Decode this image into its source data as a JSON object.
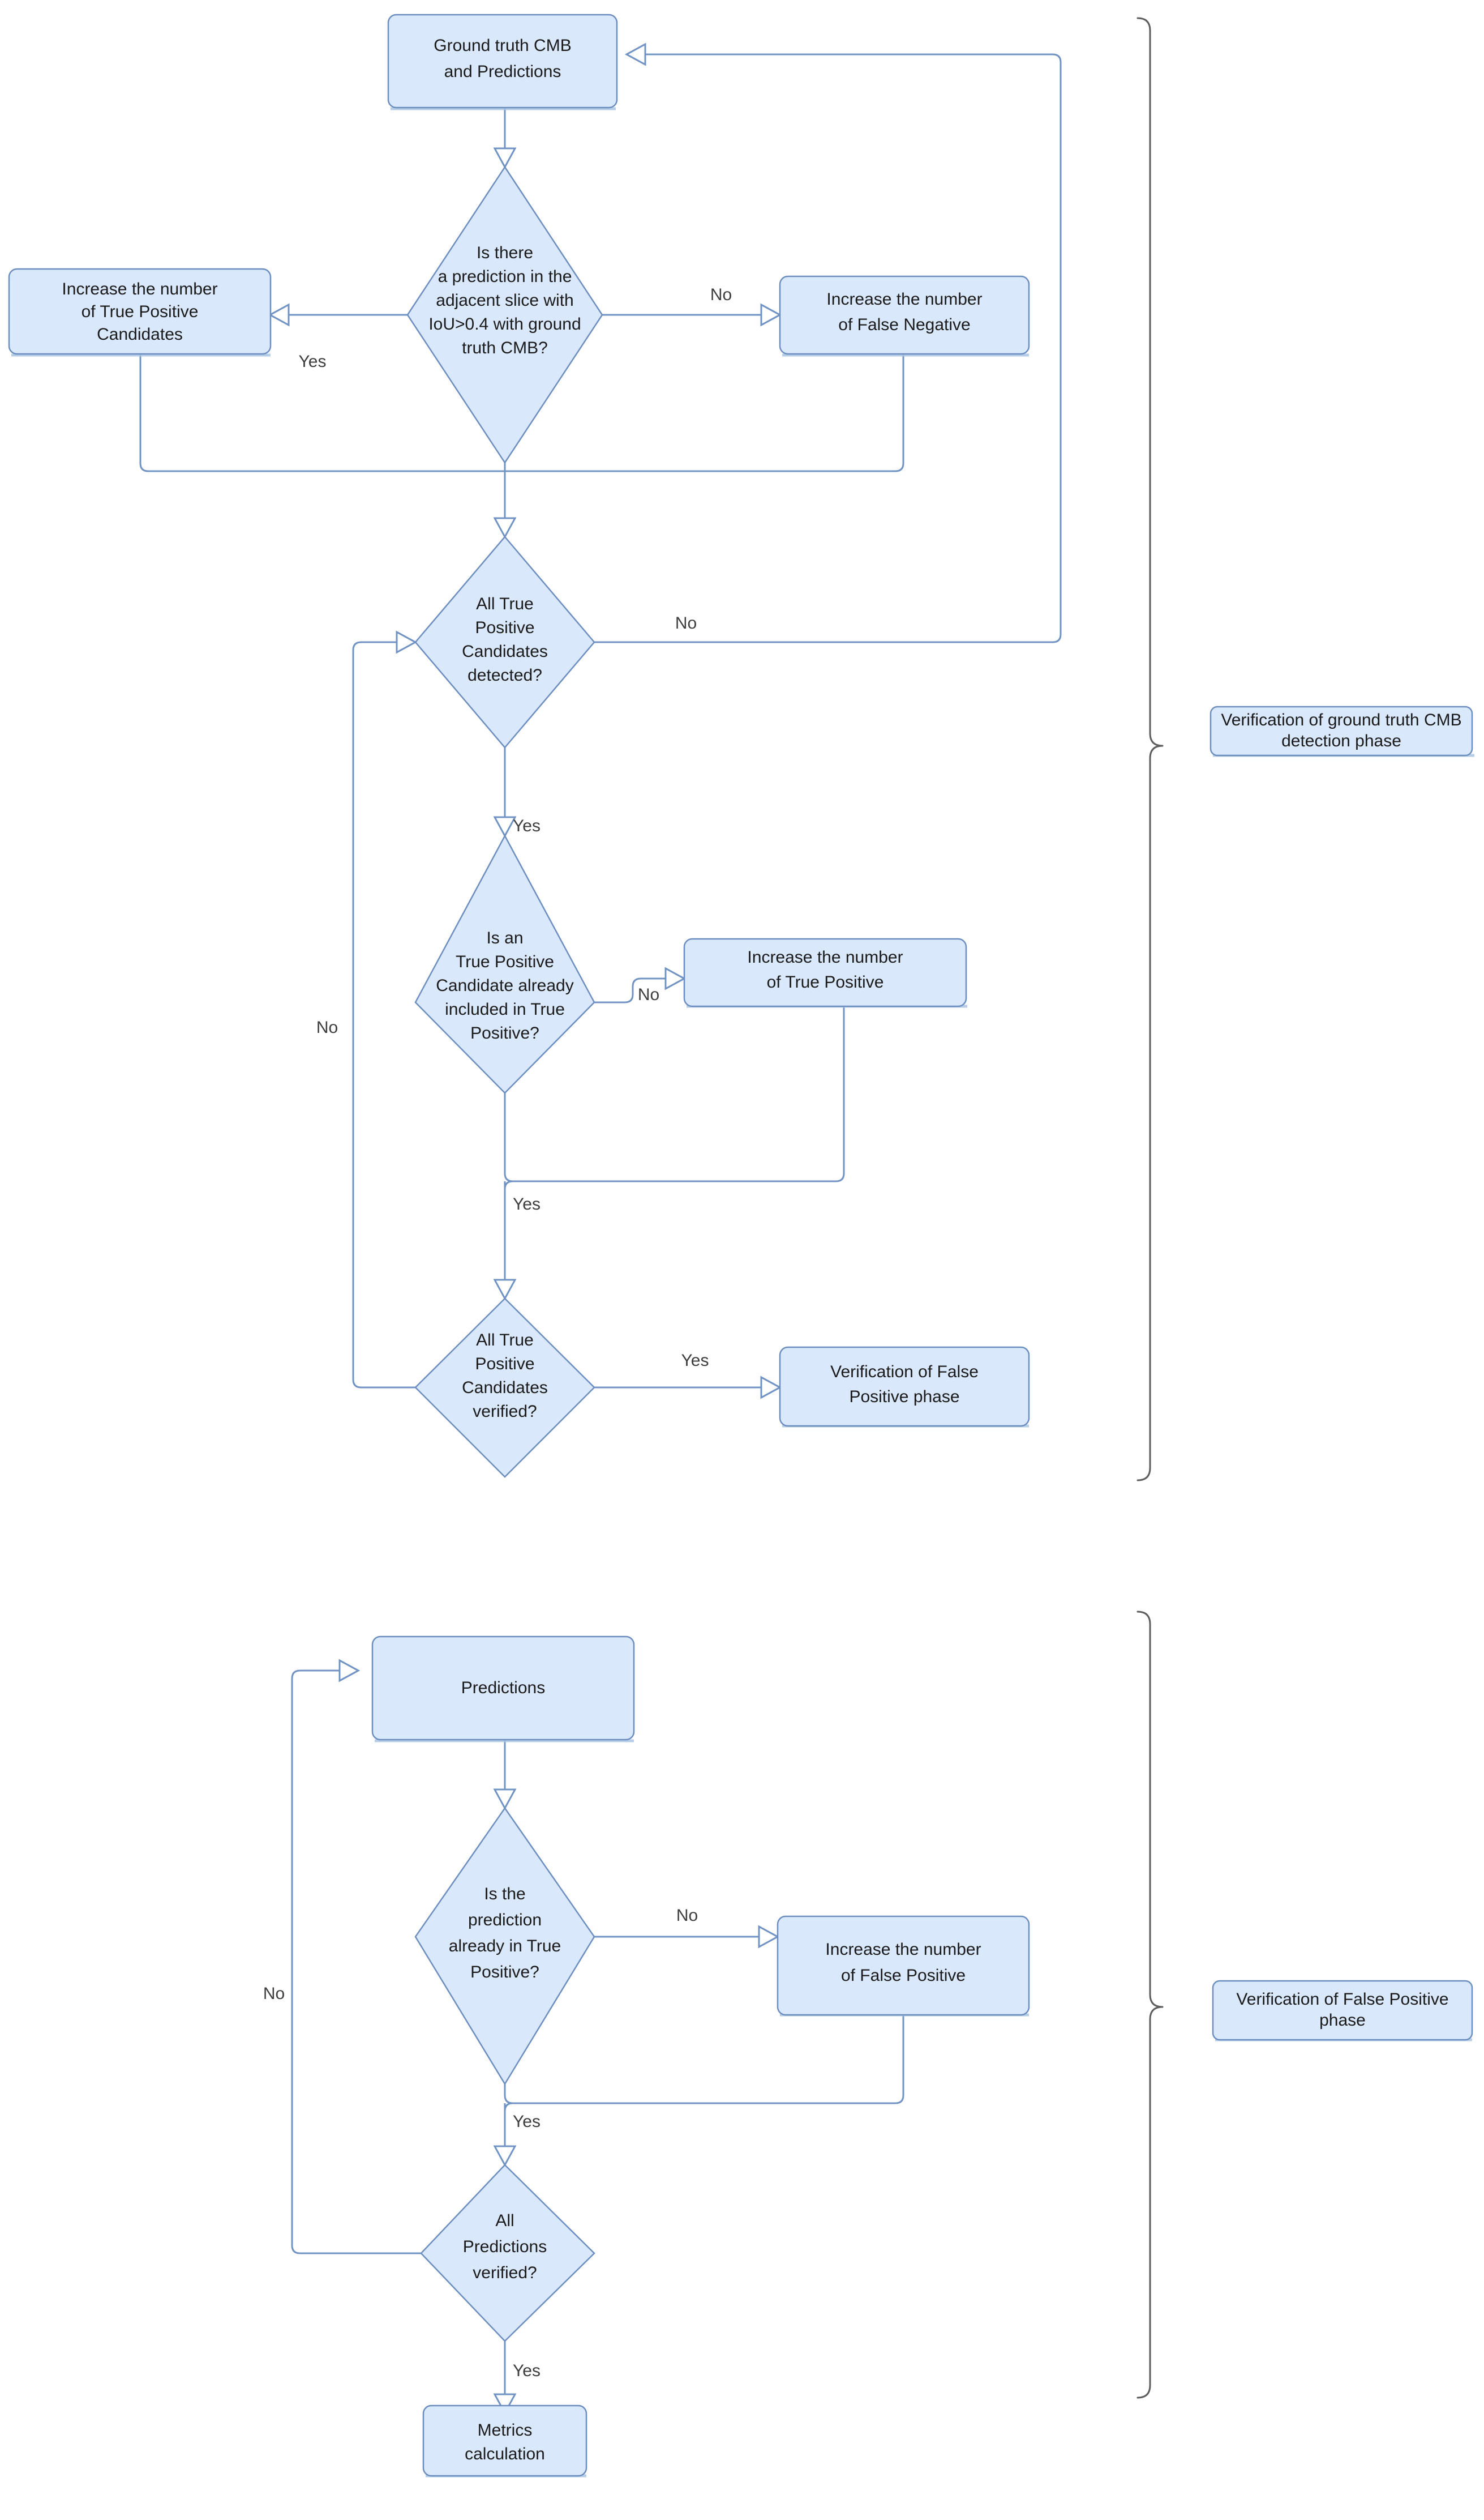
{
  "diagram": {
    "title": "CMB detection verification flowchart",
    "colors": {
      "node_fill": "#dae8fc",
      "node_stroke": "#6c8ebf",
      "edge_stroke": "#7093c4",
      "bracket_stroke": "#5e5e5e",
      "text": "#1a1a1a"
    },
    "phases": [
      {
        "id": "phase-ground-truth",
        "label": "Verification of ground truth CMB detection phase"
      },
      {
        "id": "phase-false-positive",
        "label": "Verification of False Positive phase"
      }
    ],
    "nodes": {
      "n1": {
        "id": "ground-truth-and-predictions",
        "shape": "box",
        "lines": [
          "Ground truth CMB",
          "and Predictions"
        ]
      },
      "n2": {
        "id": "is-there-prediction-adjacent-slice",
        "shape": "diamond",
        "lines": [
          "Is there",
          "a prediction in the",
          "adjacent slice with",
          "IoU>0.4 with ground",
          "truth CMB?"
        ]
      },
      "n3": {
        "id": "increase-true-positive-candidates",
        "shape": "box",
        "lines": [
          "Increase the number",
          "of True Positive",
          "Candidates"
        ]
      },
      "n4": {
        "id": "increase-false-negative",
        "shape": "box",
        "lines": [
          "Increase the number",
          "of False Negative"
        ]
      },
      "n5": {
        "id": "all-true-positive-candidates-detected",
        "shape": "diamond",
        "lines": [
          "All True",
          "Positive",
          "Candidates",
          "detected?"
        ]
      },
      "n6": {
        "id": "is-tp-candidate-already-in-true-positive",
        "shape": "diamond",
        "lines": [
          "Is an",
          "True Positive",
          "Candidate already",
          "included in True",
          "Positive?"
        ]
      },
      "n7": {
        "id": "increase-true-positive",
        "shape": "box",
        "lines": [
          "Increase the number",
          "of True Positive"
        ]
      },
      "n8": {
        "id": "all-true-positive-candidates-verified",
        "shape": "diamond",
        "lines": [
          "All True",
          "Positive",
          "Candidates",
          "verified?"
        ]
      },
      "n9": {
        "id": "verification-of-false-positive-phase",
        "shape": "box",
        "lines": [
          "Verification of False",
          "Positive phase"
        ]
      },
      "n10": {
        "id": "predictions",
        "shape": "box",
        "lines": [
          "Predictions"
        ]
      },
      "n11": {
        "id": "is-prediction-already-in-true-positive",
        "shape": "diamond",
        "lines": [
          "Is the",
          "prediction",
          "already in True",
          "Positive?"
        ]
      },
      "n12": {
        "id": "increase-false-positive",
        "shape": "box",
        "lines": [
          "Increase the number",
          "of False Positive"
        ]
      },
      "n13": {
        "id": "all-predictions-verified",
        "shape": "diamond",
        "lines": [
          "All",
          "Predictions",
          "verified?"
        ]
      },
      "n14": {
        "id": "metrics-calculation",
        "shape": "box",
        "lines": [
          "Metrics",
          "calculation"
        ]
      }
    },
    "edge_labels": {
      "e_yes_tp_candidates": "Yes",
      "e_no_false_negative": "No",
      "e_no_back_to_start": "No",
      "e_yes_to_tp_check": "Yes",
      "e_no_increase_tp": "No",
      "e_yes_merge_down": "Yes",
      "e_no_loop_left": "No",
      "e_yes_to_fp_phase": "Yes",
      "e_no_increase_fp": "No",
      "e_yes_to_all_predictions": "Yes",
      "e_no_loop_predictions": "No",
      "e_yes_to_metrics": "Yes"
    }
  }
}
